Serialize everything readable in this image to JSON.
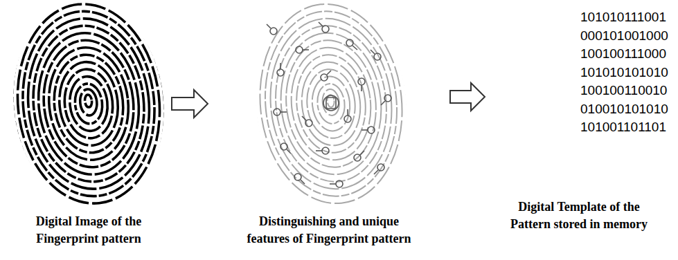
{
  "diagram": {
    "nodes": [
      {
        "text": [
          "Digital Image of the Fingerprint pattern"
        ]
      },
      {
        "text": [
          "Distinguishing and unique features of Fingerprint pattern"
        ]
      },
      {
        "text": [
          "101010111001 000101001000 100100111000 101010101010 100100110010 010010101010 101001101101",
          "Digital Template of the Pattern stored in memory"
        ]
      }
    ],
    "edges": [
      {
        "from": 0,
        "to": 1,
        "arrow": "to"
      },
      {
        "from": 1,
        "to": 2,
        "arrow": "to"
      }
    ]
  }
}
